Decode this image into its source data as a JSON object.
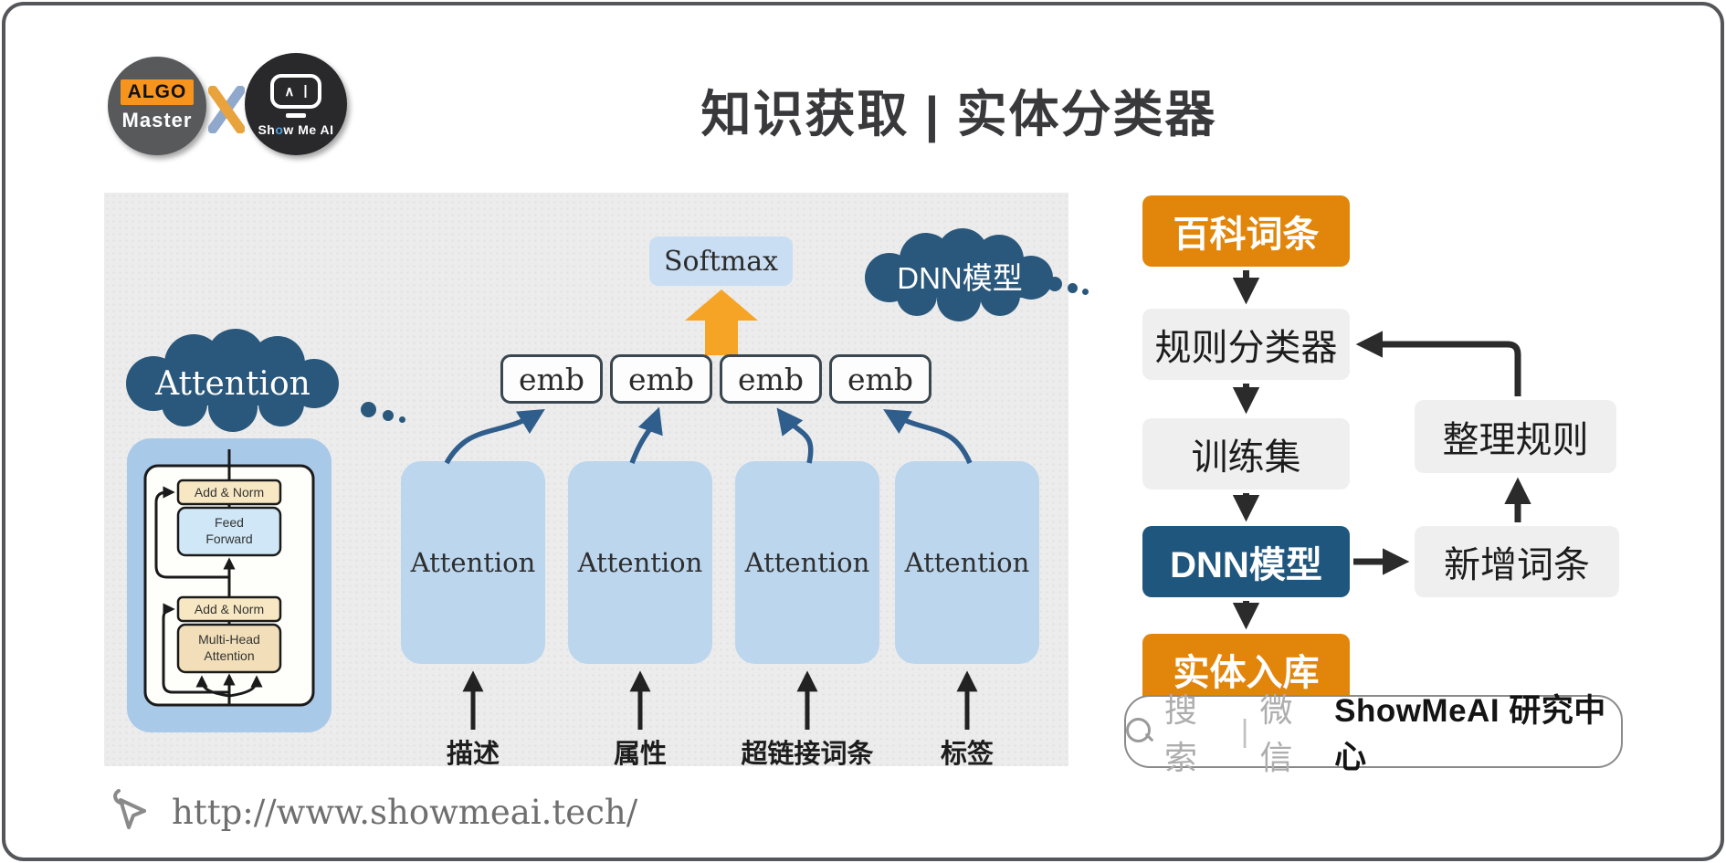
{
  "header": {
    "title": "知识获取 | 实体分类器",
    "logo_algo": {
      "badge": "ALGO",
      "name": "Master"
    },
    "logo_showmeai": {
      "part1": "Sh",
      "part2": "o",
      "part3": "w Me AI",
      "eye_left": "∧",
      "eye_right": "|"
    }
  },
  "left_panel": {
    "attention_cloud": "Attention",
    "dnn_cloud": "DNN模型",
    "softmax": "Softmax",
    "emb_labels": [
      "emb",
      "emb",
      "emb",
      "emb"
    ],
    "attention_boxes": [
      "Attention",
      "Attention",
      "Attention",
      "Attention"
    ],
    "input_labels": [
      "描述",
      "属性",
      "超链接词条",
      "标签"
    ],
    "transformer": {
      "add_norm_top": "Add & Norm",
      "feed_forward_1": "Feed",
      "feed_forward_2": "Forward",
      "add_norm_bottom": "Add & Norm",
      "multi_head_1": "Multi-Head",
      "multi_head_2": "Attention"
    }
  },
  "flowchart": {
    "nodes": [
      {
        "label": "百科词条",
        "type": "orange"
      },
      {
        "label": "规则分类器",
        "type": "gray"
      },
      {
        "label": "训练集",
        "type": "gray"
      },
      {
        "label": "DNN模型",
        "type": "navy"
      },
      {
        "label": "实体入库",
        "type": "orange"
      },
      {
        "label": "整理规则",
        "type": "gray"
      },
      {
        "label": "新增词条",
        "type": "gray"
      }
    ]
  },
  "search_bar": {
    "search": "搜索",
    "divider": "|",
    "channel": "微信",
    "brand": "ShowMeAI 研究中心"
  },
  "footer": {
    "url": "http://www.showmeai.tech/"
  },
  "colors": {
    "orange": "#E1860A",
    "arrow_orange": "#F6A426",
    "navy": "#1F567D",
    "cloud_navy": "#2A587C",
    "light_blue": "#BCD6EE",
    "transformer_bg": "#A9C9E9",
    "softmax_bg": "#C9DEF2",
    "panel_gray": "#ECECEC",
    "node_gray": "#EFEFEF",
    "flow_arrow": "#2B2B2B",
    "curve_arrow": "#2F5D8C"
  }
}
